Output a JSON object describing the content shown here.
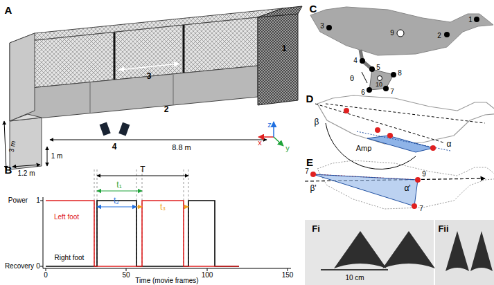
{
  "diagram": {
    "labels": [
      "A",
      "1",
      "2",
      "3",
      "4",
      "3 m",
      "1.2 m",
      "1 m",
      "8.8 m",
      "z",
      "x",
      "y",
      "B",
      "T",
      "t₁",
      "t₂",
      "t₃",
      "Power",
      "Recovery",
      "1",
      "0",
      "Left foot",
      "Right foot",
      "0",
      "50",
      "100",
      "150",
      "Time (movie frames)",
      "C",
      "1",
      "2",
      "3",
      "4",
      "5",
      "6",
      "7",
      "8",
      "9",
      "10",
      "θ",
      "D",
      "β",
      "Amp",
      "α",
      "E",
      "7",
      "9",
      "7",
      "β'",
      "α'",
      "Fi",
      "Fii",
      "10 cm"
    ]
  }
}
